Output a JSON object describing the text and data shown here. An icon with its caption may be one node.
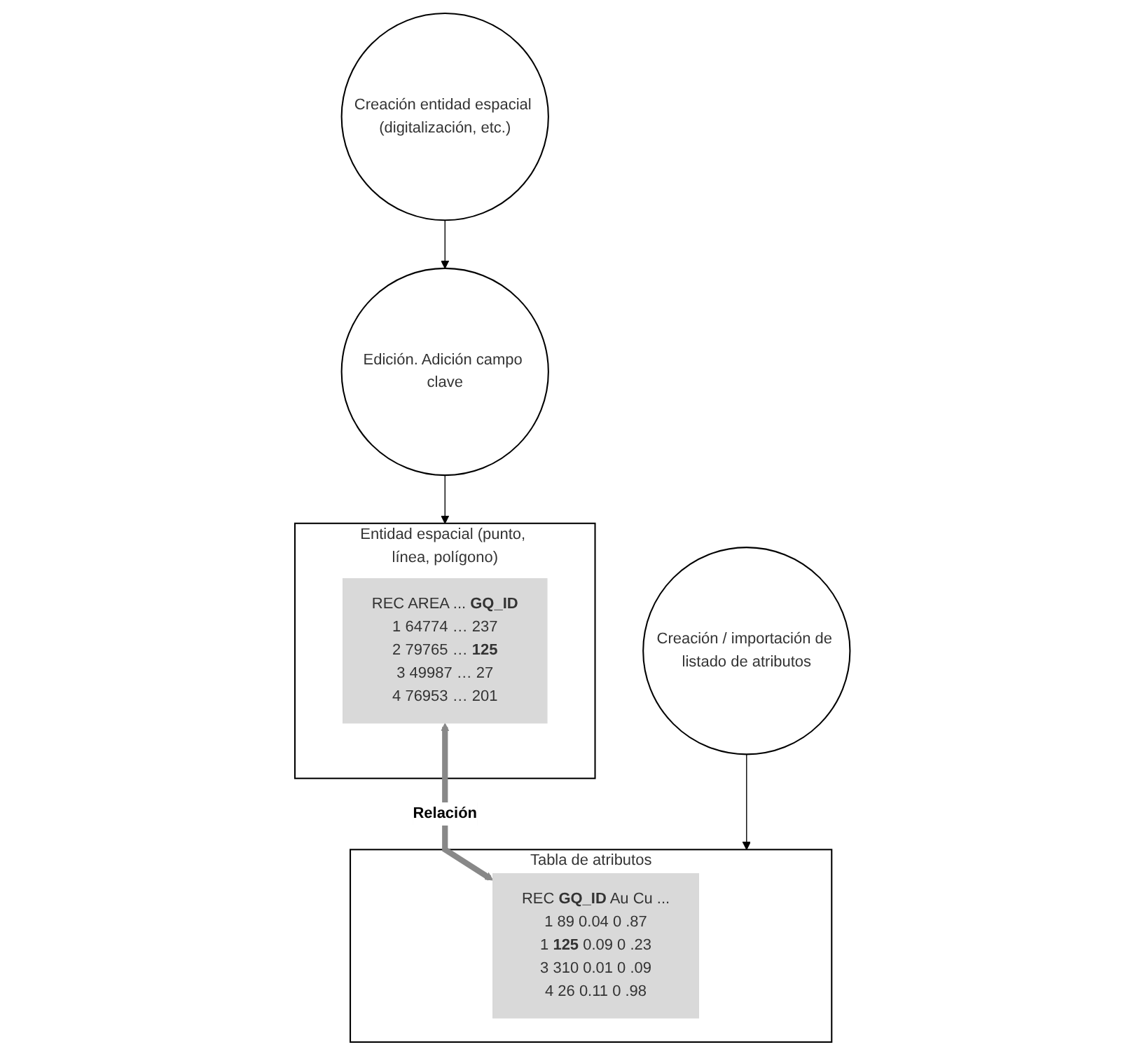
{
  "diagram": {
    "nodes": [
      {
        "text": [
          "Creación entidad espacial (digitalización, etc.)"
        ]
      },
      {
        "text": [
          "Edición. Adición campo clave"
        ]
      },
      {
        "text": [
          "Creación / importación de listado de atributos"
        ]
      },
      {
        "text": [
          "Entidad espacial (punto, línea, polígono)"
        ]
      },
      {
        "text": [
          "REC AREA ... **GQ_ID**",
          "1 64774 … 237",
          "2 79765 … **125**",
          "3 49987 … 27",
          "4 76953 … 201"
        ],
        "in": 3
      },
      {
        "text": [
          "Tabla de atributos"
        ]
      },
      {
        "text": [
          "REC **GQ_ID** Au Cu ...",
          "1 89 0.04 0 .87",
          "1 **125** 0.09 0 .23",
          "3 310 0.01 0 .09",
          "4 26 0.11 0 .98"
        ],
        "in": 5
      }
    ],
    "edges": [
      {
        "from": 0,
        "to": 1,
        "arrow": "to"
      },
      {
        "from": 1,
        "to": 3,
        "arrow": "to"
      },
      {
        "from": 2,
        "to": 5,
        "arrow": "to"
      },
      {
        "from": 4,
        "to": 6,
        "arrow": "both",
        "label": "Relación",
        "style": "thick",
        "color": "#888888"
      }
    ]
  }
}
